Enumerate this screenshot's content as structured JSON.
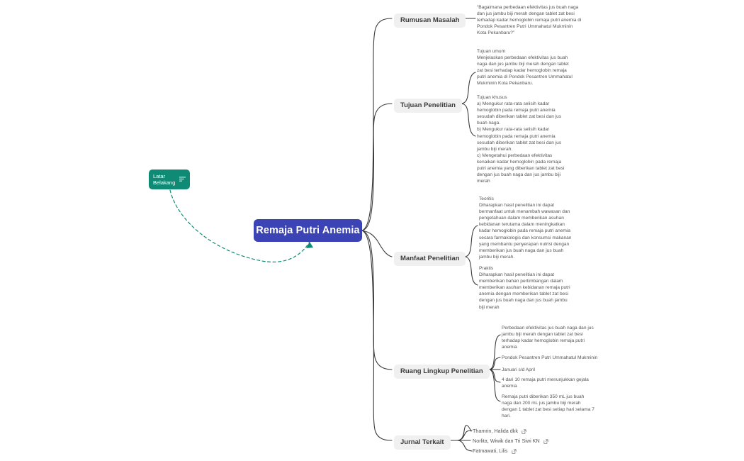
{
  "root": {
    "label": "Remaja Putri Anemia",
    "color": "#3B43B5"
  },
  "note": {
    "label": "Latar Belakang",
    "color": "#0F8A74",
    "icon": "notes-icon"
  },
  "branches": [
    {
      "label": "Rumusan Masalah",
      "children": [
        {
          "text": "“Bagaimana perbedaan efektivitas jus buah naga dan jus jambu biji merah dengan tablet zat besi terhadap kadar hemoglobin remaja putri anemia di Pondok Pesantren Putri Ummahatul Mukminin Kota Pekanbaru?”"
        }
      ]
    },
    {
      "label": "Tujuan Penelitian",
      "children": [
        {
          "text": "Tujuan umum\nMenjelaskan perbedaan efektivitas jus buah naga dan jus jambu biji merah dengan tablet zat besi terhadap kadar hemoglobin remaja putri anemia di Pondok Pesantren Ummahatul Mukminin Kota Pekanbaru."
        },
        {
          "text": "Tujuan khusus\na) Mengukur rata-rata selisih kadar hemoglobin pada remaja putri anemia sesudah diberikan tablet zat besi dan jus buah naga.\nb) Mengukur rata-rata selisih kadar hemoglobin pada remaja putri anemia sesudah diberikan tablet zat besi dan jus jambu biji merah.\nc) Mengetahui perbedaan efektivitas kenaikan kadar hemoglobin pada remaja putri anemia yang diberikan tablet zat besi dengan jus buah naga dan jus jambu biji merah"
        }
      ]
    },
    {
      "label": "Manfaat Penelitian",
      "children": [
        {
          "text": "Teoritis\nDiharapkan hasil penelitian ini dapat bermanfaat untuk menambah wawasan dan pengetahuan dalam memberikan asuhan kebidanan terutama dalam meningkatkan kadar hemoglobin pada remaja putri anemia secara farmakologis dan konsumsi makanan yang membantu  penyerapan nutrisi dengan memberikan jus buah naga dan jus buah jambu biji merah."
        },
        {
          "text": "Praktis\nDiharapkan hasil penelitian ini dapat memberikan bahan pertimbangan dalam memberikan asuhan kebidanan remaja putri anemia dengan memberikan tablet zat besi dengan jus buah naga dan jus buah jambu biji merah"
        }
      ]
    },
    {
      "label": "Ruang Lingkup Penelitian",
      "children": [
        {
          "text": "Perbedaan efektivitas jus buah naga dan jus jambu biji merah dengan tablet zat besi terhadap kadar hemoglobin remaja putri anemia"
        },
        {
          "text": "Pondok Pesantren Putri Ummahatul Mukminin"
        },
        {
          "text": "Januari s/d April"
        },
        {
          "text": "4 dari 10 remaja putri menunjukkan gejala anemia"
        },
        {
          "text": "Remaja putri diberikan 350 mL jus buah naga dan 200 mL jus jambu biji merah dengan 1 tablet zat besi setiap hari selama 7 hari."
        }
      ]
    },
    {
      "label": "Jurnal Terkait",
      "children": [
        {
          "text": "Thamrin, Halida dkk",
          "icon": "external-link-icon"
        },
        {
          "text": "Norlita, Wiwik dan Tri Siwi KN",
          "icon": "external-link-icon"
        },
        {
          "text": "Fatmawati, Lilis",
          "icon": "external-link-icon"
        }
      ]
    }
  ]
}
